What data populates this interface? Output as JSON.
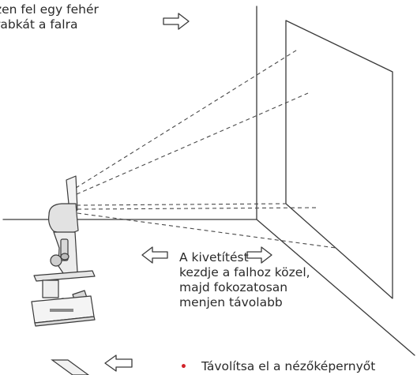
{
  "top_note": {
    "line1": "zen fel egy fehér",
    "line2": "rabkát a falra"
  },
  "middle_note": {
    "line1": "A kivetítést",
    "line2": "kezdje a falhoz közel,",
    "line3": "majd fokozatosan",
    "line4": "menjen távolabb"
  },
  "bottom_note": {
    "bullet": "•",
    "text": "Távolítsa el a nézőképernyőt"
  },
  "colors": {
    "line": "#3a3a3a",
    "text": "#2a2a2a",
    "bullet": "#d2232a"
  }
}
